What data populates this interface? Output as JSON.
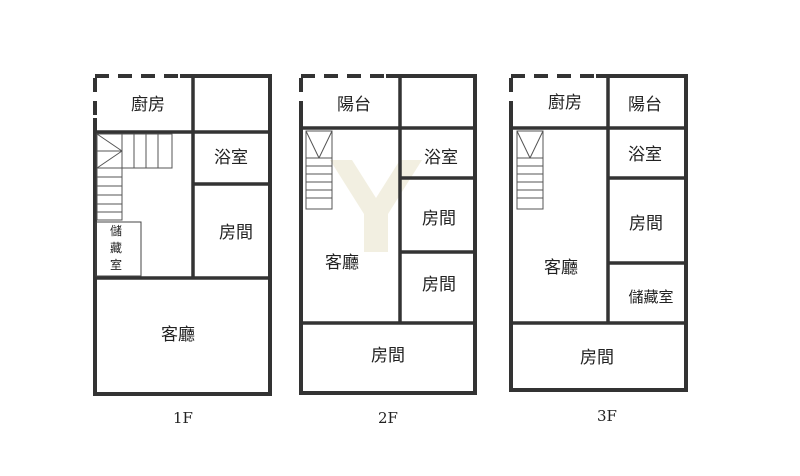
{
  "floor1": {
    "caption": "1F",
    "kitchen": "廚房",
    "bath": "浴室",
    "room": "房間",
    "storage_chars": [
      "儲",
      "藏",
      "室"
    ],
    "living": "客廳"
  },
  "floor2": {
    "caption": "2F",
    "balcony": "陽台",
    "bath": "浴室",
    "room_a": "房間",
    "room_b": "房間",
    "living": "客廳",
    "room_c": "房間"
  },
  "floor3": {
    "caption": "3F",
    "kitchen": "廚房",
    "balcony": "陽台",
    "bath": "浴室",
    "room_a": "房間",
    "storage": "儲藏室",
    "living": "客廳",
    "room_b": "房間"
  },
  "colors": {
    "wall": "#333333",
    "watermark": "#e8e2c8"
  }
}
